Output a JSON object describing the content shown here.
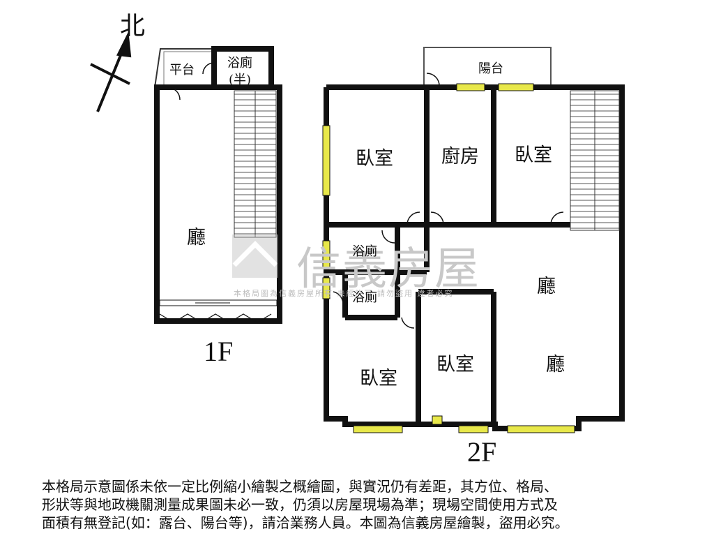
{
  "compass": {
    "label": "北"
  },
  "floor1": {
    "label": "1F",
    "rooms": {
      "living": "廳",
      "platform": "平台",
      "bath_line1": "浴廁",
      "bath_line2": "(半)"
    }
  },
  "floor2": {
    "label": "2F",
    "rooms": {
      "balcony": "陽台",
      "bedroom_nw": "臥室",
      "kitchen": "廚房",
      "bedroom_ne": "臥室",
      "bath_upper": "浴廁",
      "bath_lower": "浴廁",
      "living_upper": "廳",
      "living_lower": "廳",
      "bedroom_sw": "臥室",
      "bedroom_s": "臥室"
    }
  },
  "watermark": {
    "brand": "信義房屋",
    "note": "本格局圖為信義房屋所有 未經許可 請勿盜用 違者必究"
  },
  "disclaimer": {
    "line1": "本格局示意圖係未依一定比例縮小繪製之概繪圖，與實況仍有差距，其方位、格局、",
    "line2": "形狀等與地政機關測量成果圖未必一致，仍須以房屋現場為準；現場空間使用方式及",
    "line3": "面積有無登記(如：露台、陽台等)，請洽業務人員。本圖為信義房屋繪製，盜用必究。"
  },
  "colors": {
    "wall": "#111111",
    "window": "#e8e84a",
    "watermark": "#c8c8c8"
  }
}
